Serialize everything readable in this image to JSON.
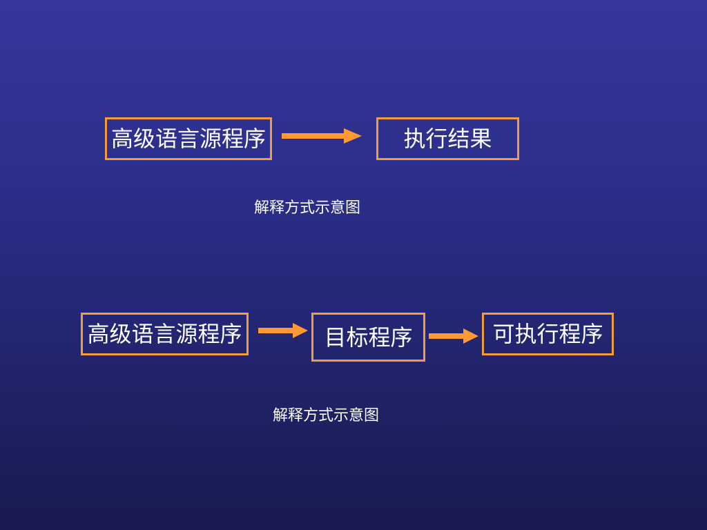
{
  "colors": {
    "background_top": "#35379c",
    "background_bottom": "#181a4f",
    "box_border": "#f39c3c",
    "arrow": "#ff9933",
    "text": "#ffffff"
  },
  "diagram_top": {
    "source_label": "高级语言源程序",
    "result_label": "执行结果",
    "caption": "解释方式示意图"
  },
  "diagram_bottom": {
    "source_label": "高级语言源程序",
    "object_label": "目标程序",
    "executable_label": "可执行程序",
    "caption": "解释方式示意图"
  }
}
